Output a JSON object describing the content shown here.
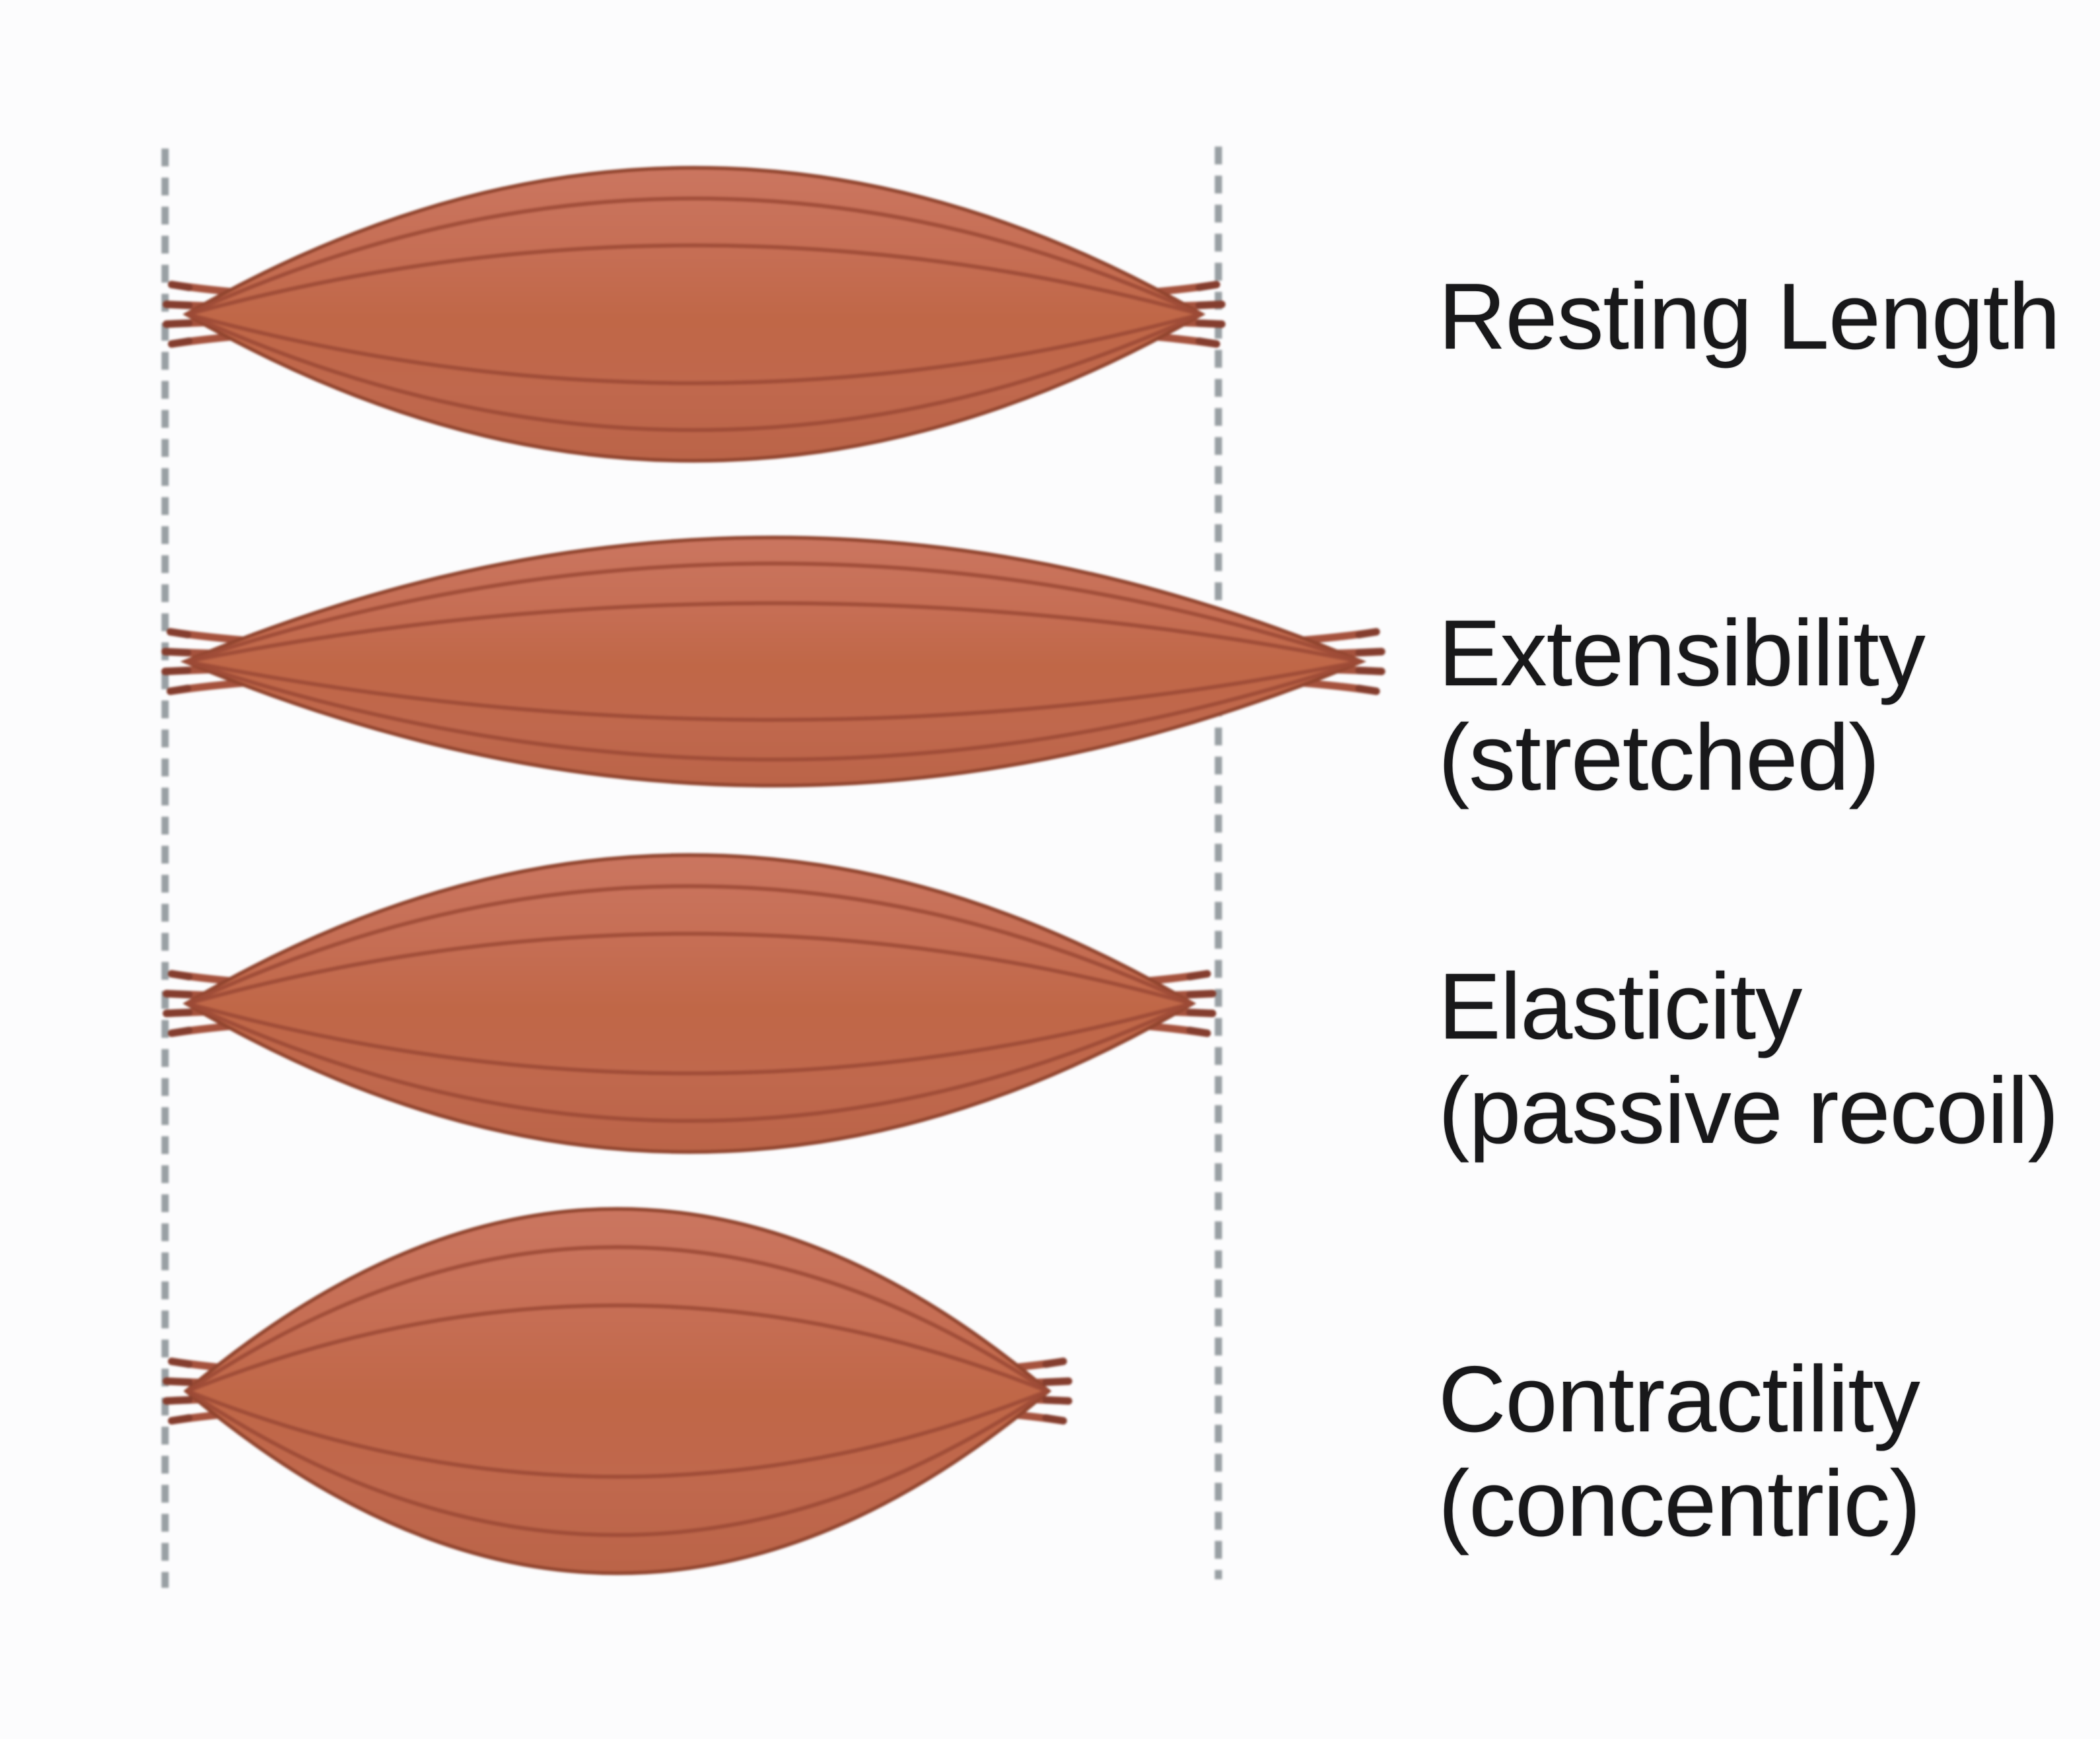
{
  "figure": {
    "type": "diagram",
    "subject": "muscle-functional-properties",
    "rows": [
      {
        "id": "resting-length",
        "title": "Resting Length",
        "subtitle": ""
      },
      {
        "id": "extensibility",
        "title": "Extensibility",
        "subtitle": "(stretched)"
      },
      {
        "id": "elasticity",
        "title": "Elasticity",
        "subtitle": "(passive recoil)"
      },
      {
        "id": "contractility",
        "title": "Contractility",
        "subtitle": "(concentric)"
      }
    ],
    "colors": {
      "muscle_fill_top": "#cb7660",
      "muscle_fill_mid": "#c06747",
      "muscle_fill_bottom": "#bb6448",
      "muscle_outline": "#91452f",
      "fiber_line": "#9c4a36",
      "tendon_strand": "#a5523d",
      "tendon_tip": "#7e3a2c",
      "guide_line": "#99a0a4",
      "text": "#18181a",
      "background": "#fcfcfd"
    }
  }
}
